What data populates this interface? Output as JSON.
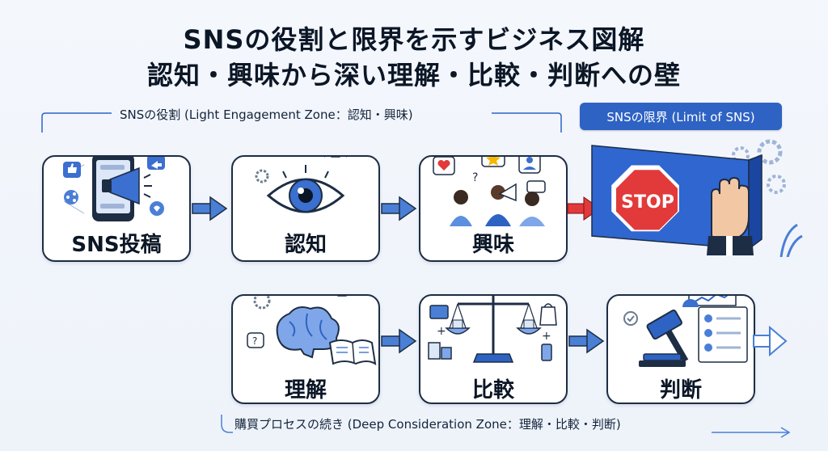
{
  "title": {
    "line1": "SNSの役割と限界を示すビジネス図解",
    "line2": "認知・興味から深い理解・比較・判断への壁"
  },
  "zones": {
    "light": "SNSの役割 (Light Engagement Zone：認知・興味)",
    "limit": "SNSの限界 (Limit of SNS)",
    "deep": "購買プロセスの続き (Deep Consideration Zone：理解・比較・判断)"
  },
  "steps": [
    {
      "label": "SNS投稿",
      "icon": "megaphone-phone-icon"
    },
    {
      "label": "認知",
      "icon": "eye-icon"
    },
    {
      "label": "興味",
      "icon": "people-icon"
    },
    {
      "label": "理解",
      "icon": "brain-icon"
    },
    {
      "label": "比較",
      "icon": "scale-icon"
    },
    {
      "label": "判断",
      "icon": "gavel-icon"
    }
  ],
  "stop_sign": "STOP",
  "colors": {
    "accent": "#2e63c4",
    "arrow_blue": "#4a7fd6",
    "arrow_red": "#e23a3a",
    "card_border": "#1d2d44",
    "wall": "#2f66d0"
  }
}
